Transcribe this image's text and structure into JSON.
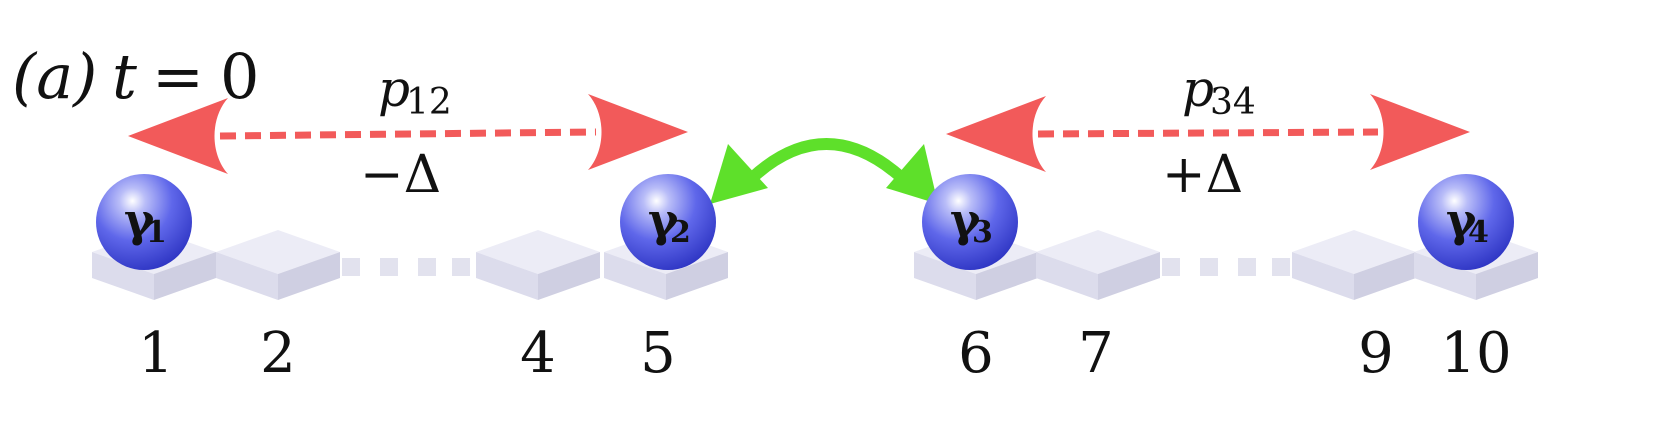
{
  "panel": {
    "label_a": "(a)",
    "label_t": "t",
    "label_eq": "=",
    "label_zero": "0"
  },
  "pairs": [
    {
      "p_base": "p",
      "p_sub": "12",
      "delta": "−Δ"
    },
    {
      "p_base": "p",
      "p_sub": "34",
      "delta": "+Δ"
    }
  ],
  "majoranas": [
    {
      "symbol": "γ",
      "index": "1"
    },
    {
      "symbol": "γ",
      "index": "2"
    },
    {
      "symbol": "γ",
      "index": "3"
    },
    {
      "symbol": "γ",
      "index": "4"
    }
  ],
  "sites": [
    "1",
    "2",
    "4",
    "5",
    "6",
    "7",
    "9",
    "10"
  ],
  "colors": {
    "parity_arrow": "#f25a5a",
    "exchange_arrow": "#5ee02a",
    "sphere": "#4a55e0",
    "block_top": "#e9e9f4",
    "block_front": "#d9d9ea",
    "block_side": "#cbcbe0",
    "connector": "#e2e2ee"
  }
}
